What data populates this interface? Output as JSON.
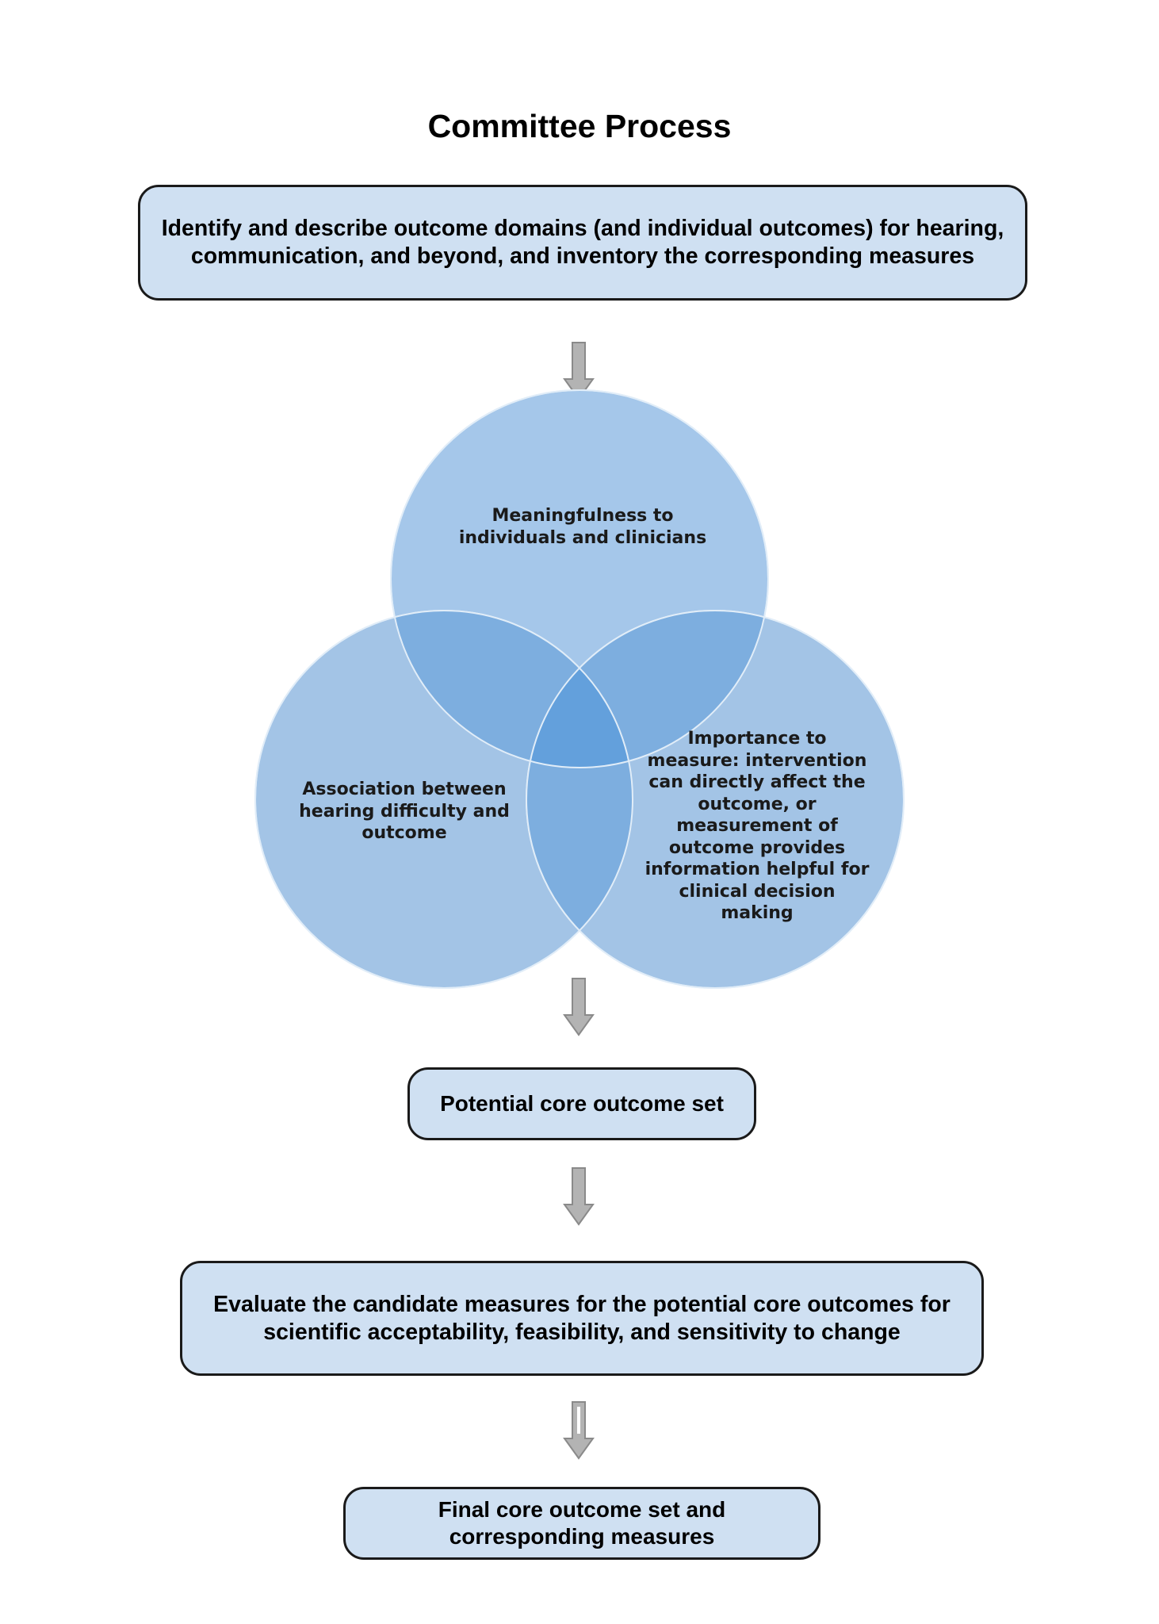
{
  "title": "Committee Process",
  "steps": {
    "identify": {
      "line1": "Identify and describe outcome domains (and individual outcomes) for hearing,",
      "line2": "communication, and beyond, and inventory the corresponding measures"
    },
    "potential": "Potential core outcome set",
    "evaluate": {
      "line1": "Evaluate the candidate measures for the potential  core outcomes for",
      "line2": "scientific acceptability, feasibility, and sensitivity to change"
    },
    "final": {
      "line1": "Final core outcome set and",
      "line2": "corresponding measures"
    }
  },
  "venn": {
    "meaningfulness": [
      "Meaningfulness to",
      "individuals and clinicians"
    ],
    "association": [
      "Association between",
      "hearing difficulty and",
      "outcome"
    ],
    "importance": [
      "Importance to",
      "measure: intervention",
      "can directly affect the",
      "outcome, or",
      "measurement of",
      "outcome provides",
      "information helpful for",
      "clinical decision",
      "making"
    ]
  },
  "colors": {
    "box_fill": "#cfe0f2",
    "box_border": "#1a1a1a",
    "circle_fill": "#9fc3e7",
    "circle_stroke": "#dbe9f6",
    "arrow_fill": "#b3b3b3",
    "arrow_stroke": "#8a8a8a"
  }
}
